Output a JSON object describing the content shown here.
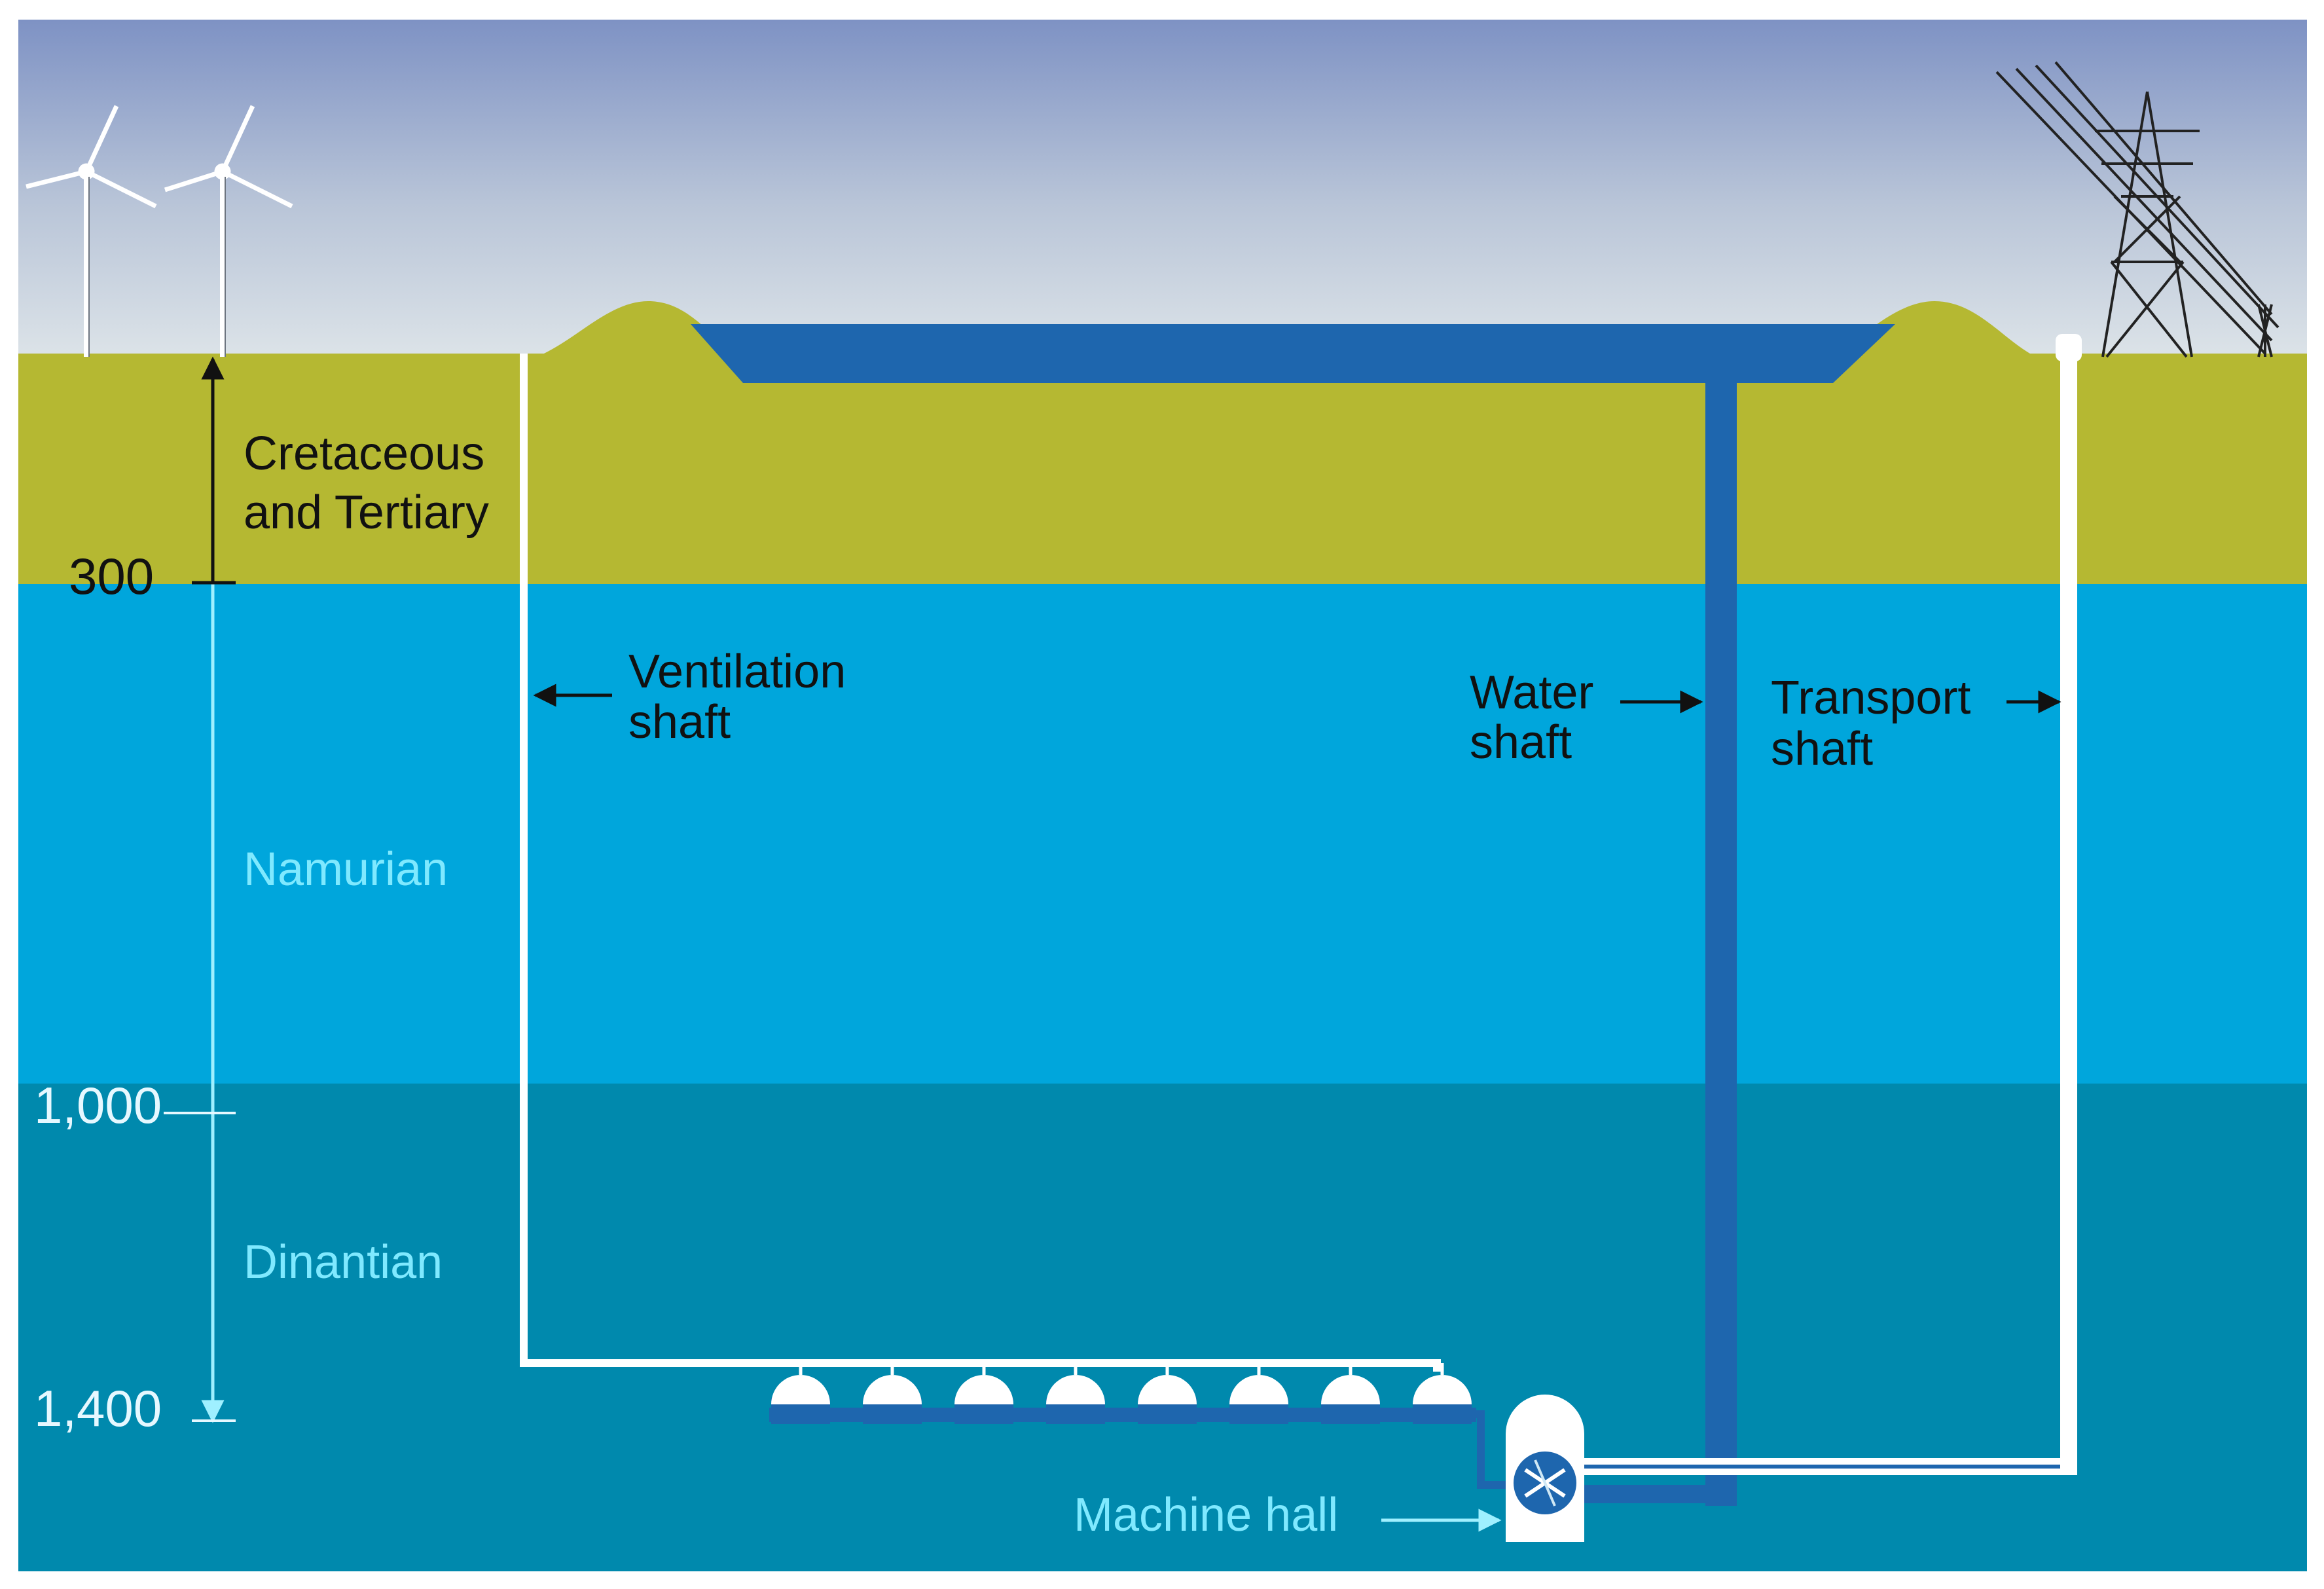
{
  "diagram": {
    "layers": {
      "top_label_line1": "Cretaceous",
      "top_label_line2": "and Tertiary",
      "middle_label": "Namurian",
      "bottom_label": "Dinantian"
    },
    "depths": {
      "d300": "300",
      "d1000": "1,000",
      "d1400": "1,400"
    },
    "shafts": {
      "ventilation_line1": "Ventilation",
      "ventilation_line2": "shaft",
      "water_line1": "Water",
      "water_line2": "shaft",
      "transport_line1": "Transport",
      "transport_line2": "shaft"
    },
    "machine_hall": "Machine hall"
  },
  "colors": {
    "sky_top": "#7E92C4",
    "sky_bottom": "#D6DEE6",
    "surface_layer": "#B5B832",
    "namurian": "#00A6DC",
    "dinantian": "#0089AD",
    "reservoir": "#1E66AE",
    "shaft_white": "#FFFFFF"
  }
}
